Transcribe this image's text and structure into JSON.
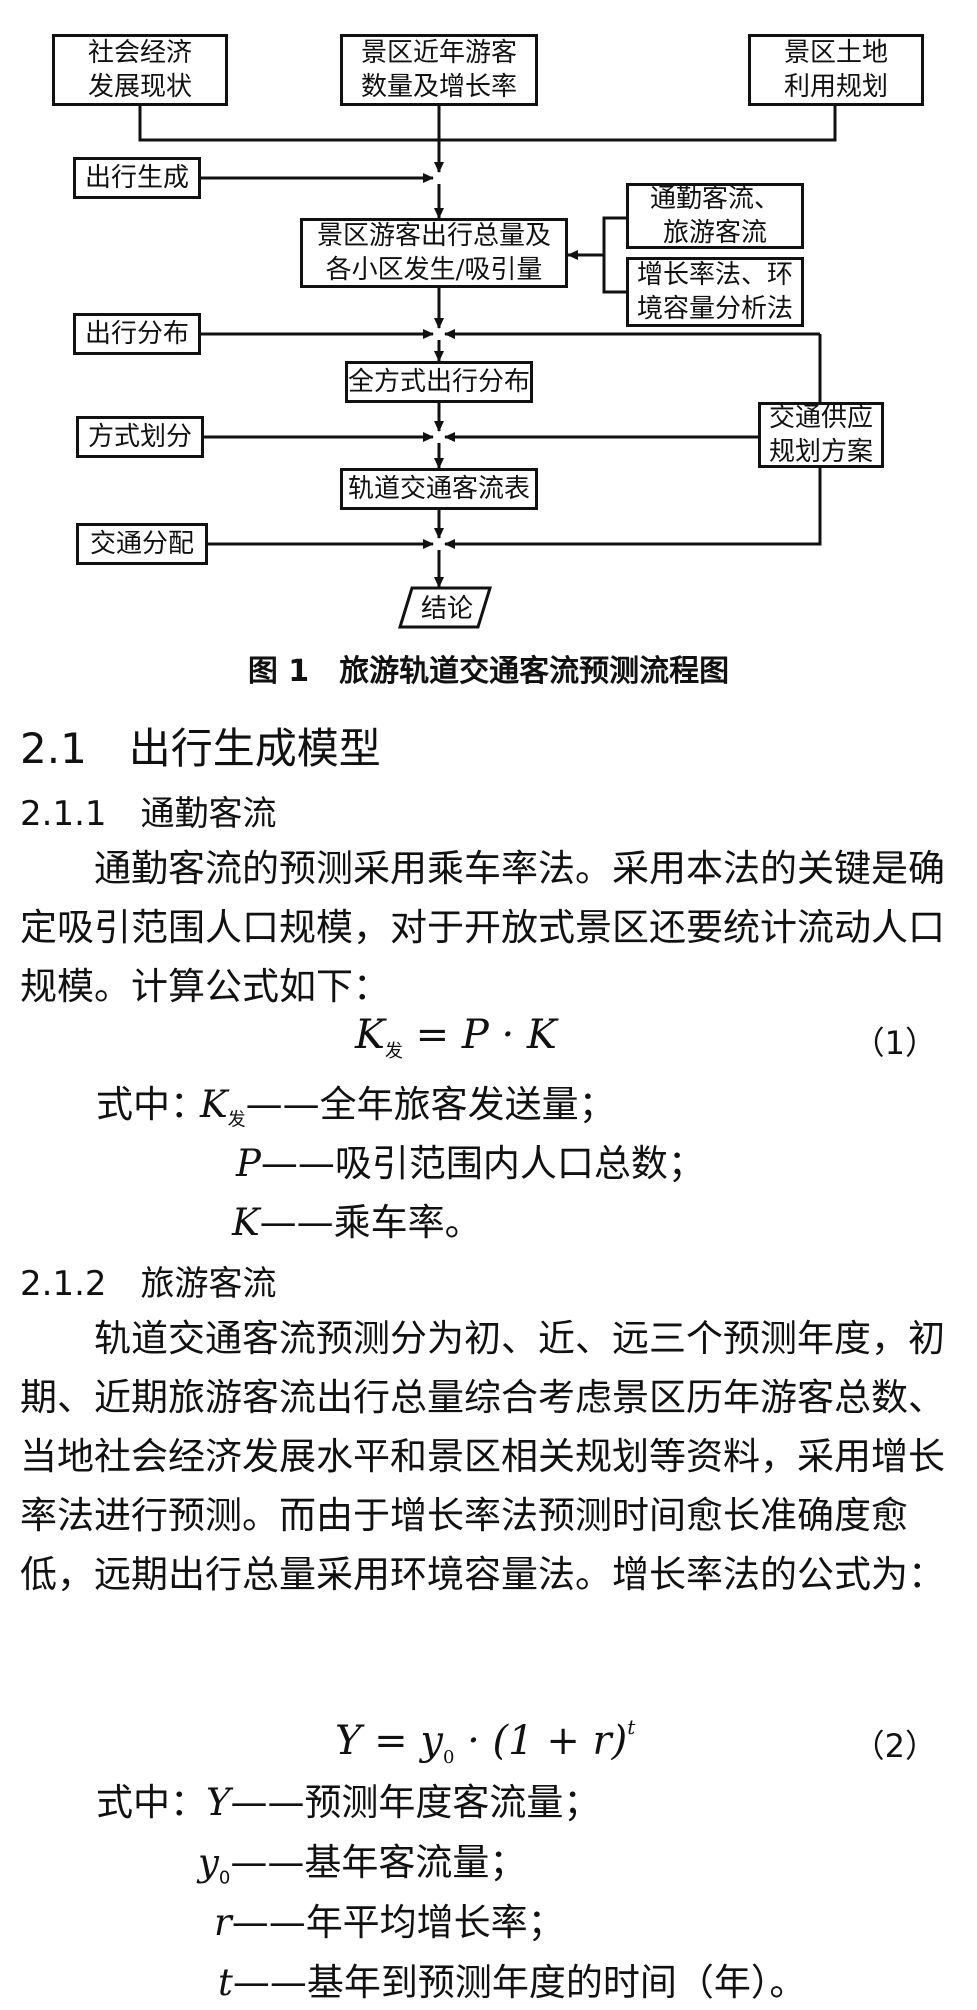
{
  "figure": {
    "boxes": {
      "social": "社会经济\n发展现状",
      "visitors": "景区近年游客\n数量及增长率",
      "landuse": "景区土地\n利用规划",
      "trip_gen": "出行生成",
      "total_trips": "景区游客出行总量及\n各小区发生/吸引量",
      "commute_tour": "通勤客流、\n旅游客流",
      "growth_env": "增长率法、环\n境容量分析法",
      "trip_dist": "出行分布",
      "all_mode_dist": "全方式出行分布",
      "supply": "交通供应\n规划方案",
      "mode_split": "方式划分",
      "rail_table": "轨道交通客流表",
      "assign": "交通分配",
      "conclusion": "结论"
    },
    "caption": "图 1　旅游轨道交通客流预测流程图"
  },
  "section": {
    "heading": "2.1　出行生成模型"
  },
  "sub1": {
    "heading": "2.1.1　通勤客流",
    "para": "通勤客流的预测采用乘车率法。采用本法的关键是确定吸引范围人口规模，对于开放式景区还要统计流动人口规模。计算公式如下：",
    "formula_lhs": "K",
    "formula_lhs_sub": "发",
    "formula_rhs": " = P · K",
    "eq_no": "（1）",
    "where": "式中：",
    "defs": [
      {
        "sym": "K",
        "sub": "发",
        "text": "——全年旅客发送量；"
      },
      {
        "sym": "P",
        "sub": "",
        "text": "——吸引范围内人口总数；"
      },
      {
        "sym": "K",
        "sub": "",
        "text": "——乘车率。"
      }
    ]
  },
  "sub2": {
    "heading": "2.1.2　旅游客流",
    "para": "轨道交通客流预测分为初、近、远三个预测年度，初期、近期旅游客流出行总量综合考虑景区历年游客总数、当地社会经济发展水平和景区相关规划等资料，采用增长率法进行预测。而由于增长率法预测时间愈长准确度愈低，远期出行总量采用环境容量法。增长率法的公式为：",
    "formula_main": "Y = y",
    "formula_sub": "0",
    "formula_mid": " · (1 + r)",
    "formula_sup": "t",
    "eq_no": "（2）",
    "where": "式中：",
    "defs": [
      {
        "sym": "Y",
        "sub": "",
        "text": "——预测年度客流量；"
      },
      {
        "sym": "y",
        "sub": "0",
        "text": "——基年客流量；"
      },
      {
        "sym": "r",
        "sub": "",
        "text": "——年平均增长率；"
      },
      {
        "sym": "t",
        "sub": "",
        "text": "——基年到预测年度的时间（年）。"
      }
    ]
  }
}
